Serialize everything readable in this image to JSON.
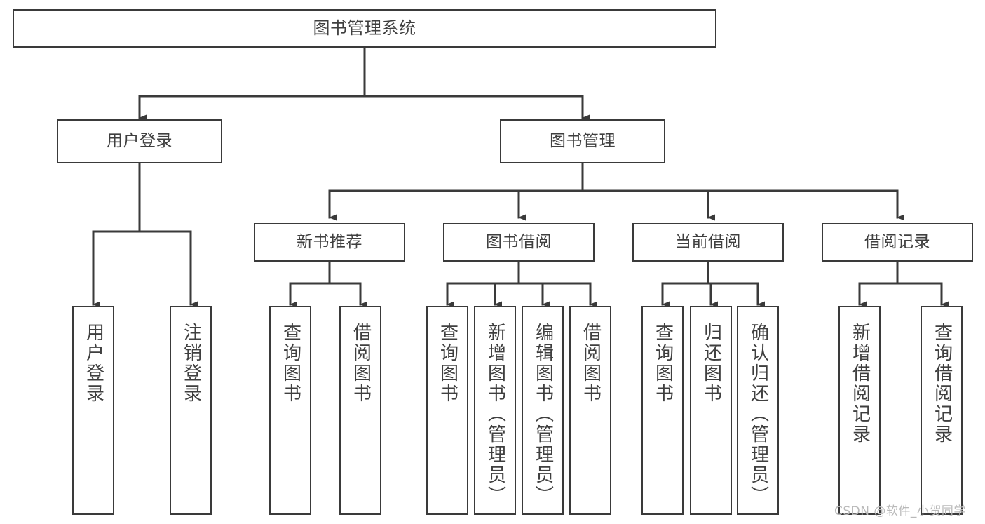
{
  "diagram": {
    "title": "图书管理系统",
    "type": "tree",
    "watermark": "CSDN @软件_小贺同学",
    "colors": {
      "box_border": "#3a3a3a",
      "box_fill": "#ffffff",
      "text": "#3f3f3f",
      "edge": "#3a3a3a",
      "background": "#ffffff",
      "watermark": "#b9b9b9"
    },
    "nodes": {
      "root": {
        "label": "图书管理系统",
        "level": 1
      },
      "user_login": {
        "label": "用户登录",
        "level": 2
      },
      "book_manage": {
        "label": "图书管理",
        "level": 2
      },
      "new_book_rec": {
        "label": "新书推荐",
        "level": 3
      },
      "book_borrow": {
        "label": "图书借阅",
        "level": 3
      },
      "current_borrow": {
        "label": "当前借阅",
        "level": 3
      },
      "borrow_record": {
        "label": "借阅记录",
        "level": 3
      },
      "leaf_user_login": {
        "label": "用户登录",
        "level": 4
      },
      "leaf_logout": {
        "label": "注销登录",
        "level": 4
      },
      "leaf_query_book_1": {
        "label": "查询图书",
        "level": 4
      },
      "leaf_borrow_book_1": {
        "label": "借阅图书",
        "level": 4
      },
      "leaf_query_book_2": {
        "label": "查询图书",
        "level": 4
      },
      "leaf_add_book": {
        "label": "新增图书（管理员）",
        "level": 4
      },
      "leaf_edit_book": {
        "label": "编辑图书（管理员）",
        "level": 4
      },
      "leaf_borrow_book_2": {
        "label": "借阅图书",
        "level": 4
      },
      "leaf_query_book_3": {
        "label": "查询图书",
        "level": 4
      },
      "leaf_return_book": {
        "label": "归还图书",
        "level": 4
      },
      "leaf_confirm_return": {
        "label": "确认归还（管理员）",
        "level": 4
      },
      "leaf_add_record": {
        "label": "新增借阅记录",
        "level": 4
      },
      "leaf_query_record": {
        "label": "查询借阅记录",
        "level": 4
      }
    },
    "edges": [
      {
        "from": "root",
        "to": "user_login"
      },
      {
        "from": "root",
        "to": "book_manage"
      },
      {
        "from": "user_login",
        "to": "leaf_user_login"
      },
      {
        "from": "user_login",
        "to": "leaf_logout"
      },
      {
        "from": "book_manage",
        "to": "new_book_rec"
      },
      {
        "from": "book_manage",
        "to": "book_borrow"
      },
      {
        "from": "book_manage",
        "to": "current_borrow"
      },
      {
        "from": "book_manage",
        "to": "borrow_record"
      },
      {
        "from": "new_book_rec",
        "to": "leaf_query_book_1"
      },
      {
        "from": "new_book_rec",
        "to": "leaf_borrow_book_1"
      },
      {
        "from": "book_borrow",
        "to": "leaf_query_book_2"
      },
      {
        "from": "book_borrow",
        "to": "leaf_add_book"
      },
      {
        "from": "book_borrow",
        "to": "leaf_edit_book"
      },
      {
        "from": "book_borrow",
        "to": "leaf_borrow_book_2"
      },
      {
        "from": "current_borrow",
        "to": "leaf_query_book_3"
      },
      {
        "from": "current_borrow",
        "to": "leaf_return_book"
      },
      {
        "from": "current_borrow",
        "to": "leaf_confirm_return"
      },
      {
        "from": "borrow_record",
        "to": "leaf_add_record"
      },
      {
        "from": "borrow_record",
        "to": "leaf_query_record"
      }
    ]
  }
}
